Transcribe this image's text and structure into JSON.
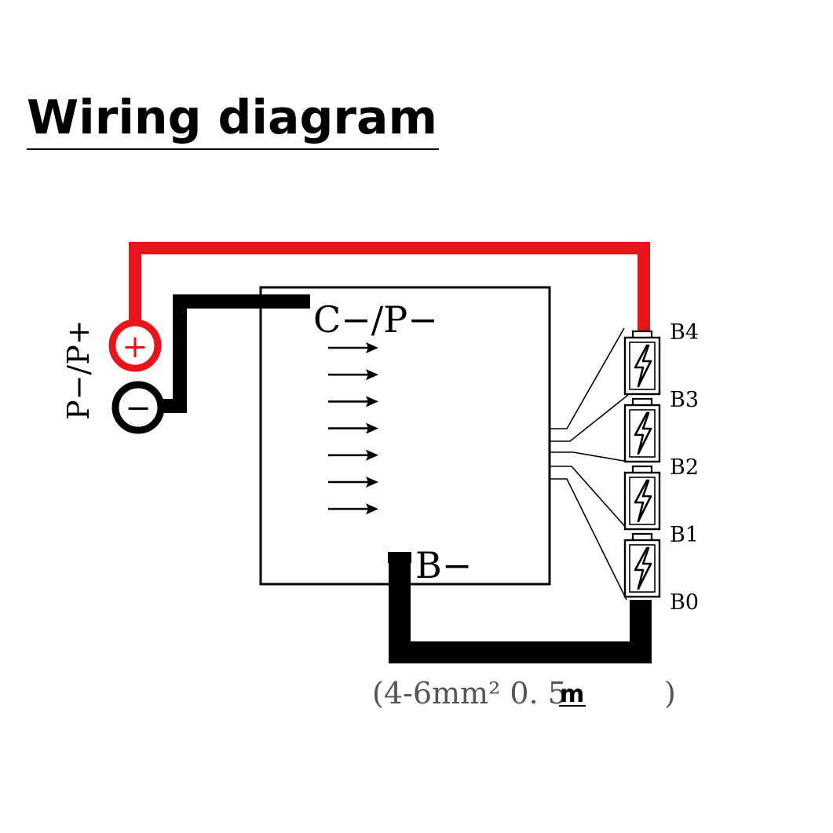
{
  "page": {
    "title": "Wiring diagram"
  },
  "labels": {
    "pack_terminal": "P−/P+",
    "plus_sign": "+",
    "minus_sign": "−",
    "charge_discharge_port": "C−/P−",
    "battery_negative": "B−",
    "cell_taps": [
      "B4",
      "B3",
      "B2",
      "B1",
      "B0"
    ],
    "wire_spec_prefix": "(4-6mm² 0. 5",
    "wire_spec_unit": "m",
    "wire_spec_close": ")"
  },
  "colors": {
    "positive_wire": "#e8141b",
    "negative_wire": "#000000",
    "background": "#ffffff"
  },
  "icons": {
    "cell": "battery-cell-icon",
    "bolt": "lightning-bolt-icon",
    "arrow": "arrow-right-icon"
  }
}
